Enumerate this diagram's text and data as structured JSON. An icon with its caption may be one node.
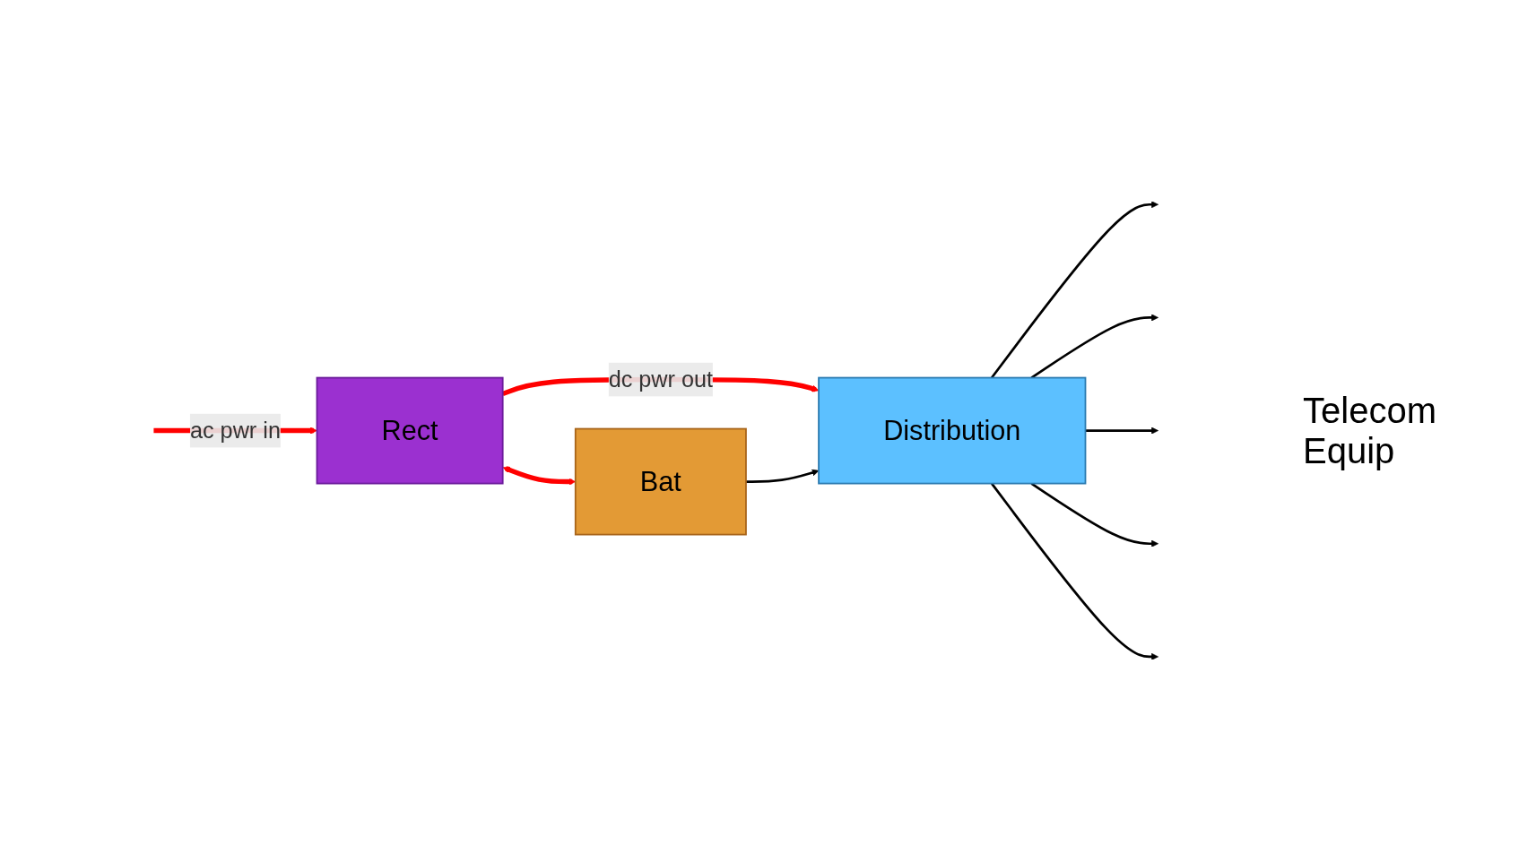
{
  "diagram": {
    "nodes": [
      {
        "text": [
          "Rect"
        ]
      },
      {
        "text": [
          "Bat"
        ]
      },
      {
        "text": [
          "Distribution"
        ]
      }
    ],
    "edges": [
      {
        "from": null,
        "to": 0,
        "arrow": "to",
        "label": "ac pwr in",
        "style": "thick",
        "color": "#ff0000"
      },
      {
        "from": 0,
        "to": 2,
        "arrow": "to",
        "label": "dc pwr out",
        "style": "thick",
        "color": "#ff0000"
      },
      {
        "from": 0,
        "to": 1,
        "arrow": "both",
        "style": "thick",
        "color": "#ff0000"
      },
      {
        "from": 1,
        "to": 2,
        "arrow": "to"
      },
      {
        "from": 2,
        "to": null,
        "arrow": "to"
      },
      {
        "from": 2,
        "to": null,
        "arrow": "to"
      },
      {
        "from": 2,
        "to": null,
        "arrow": "to"
      },
      {
        "from": 2,
        "to": null,
        "arrow": "to"
      },
      {
        "from": 2,
        "to": null,
        "arrow": "to"
      }
    ],
    "labels": [
      "Telecom Equip"
    ]
  }
}
